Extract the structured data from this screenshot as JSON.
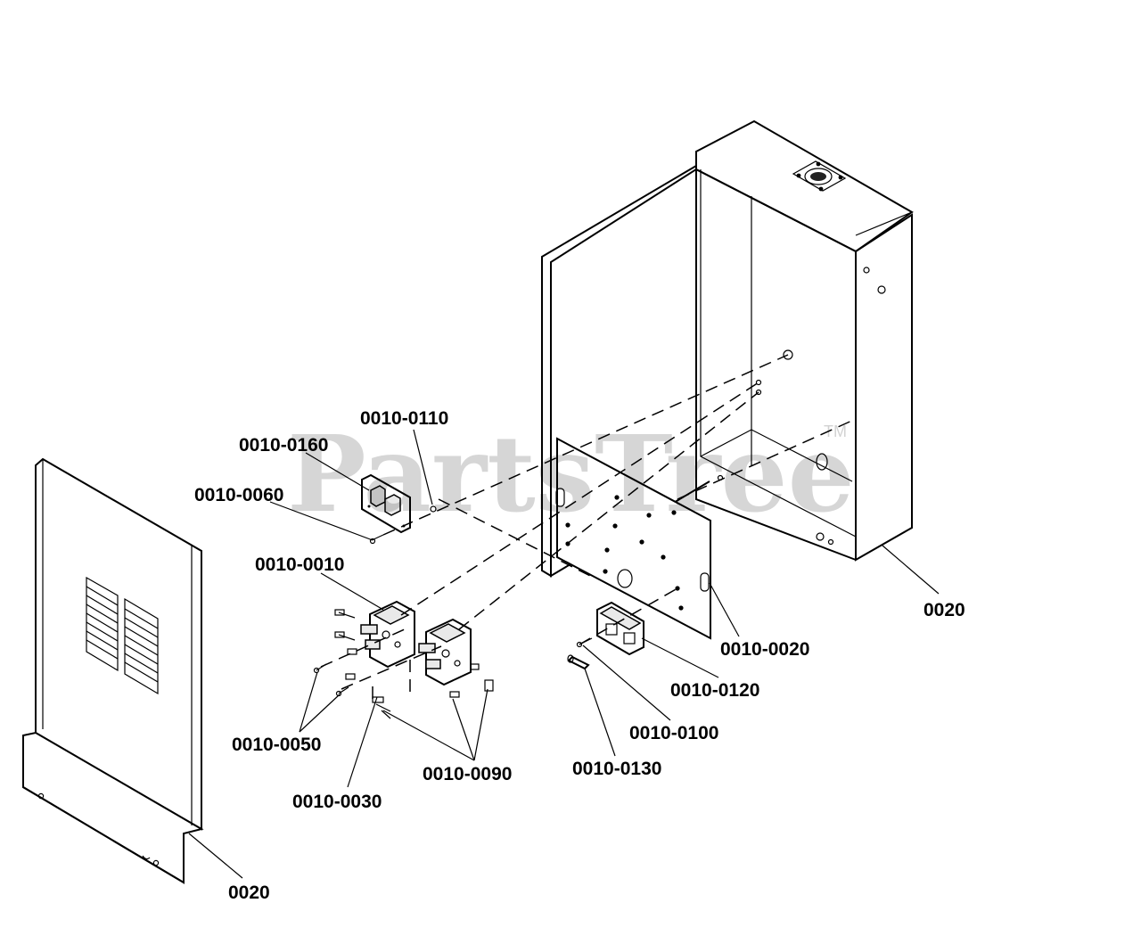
{
  "watermark": {
    "text": "PartsTree",
    "trademark": "TM"
  },
  "callouts": [
    {
      "id": "c0010-0110",
      "text": "0010-0110"
    },
    {
      "id": "c0010-0160",
      "text": "0010-0160"
    },
    {
      "id": "c0010-0060",
      "text": "0010-0060"
    },
    {
      "id": "c0010-0010",
      "text": "0010-0010"
    },
    {
      "id": "c0010-0050",
      "text": "0010-0050"
    },
    {
      "id": "c0010-0030",
      "text": "0010-0030"
    },
    {
      "id": "c0010-0090",
      "text": "0010-0090"
    },
    {
      "id": "c0010-0130",
      "text": "0010-0130"
    },
    {
      "id": "c0010-0100",
      "text": "0010-0100"
    },
    {
      "id": "c0010-0120",
      "text": "0010-0120"
    },
    {
      "id": "c0010-0020",
      "text": "0010-0020"
    },
    {
      "id": "c0020-box",
      "text": "0020"
    },
    {
      "id": "c0020-door",
      "text": "0020"
    }
  ]
}
